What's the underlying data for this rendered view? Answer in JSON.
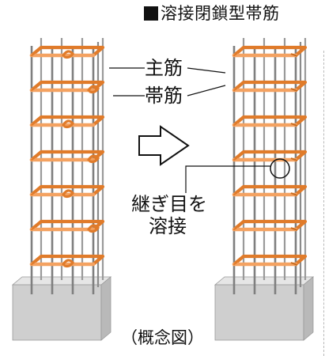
{
  "title": "溶接閉鎖型帯筋",
  "labels": {
    "main_bar": "主筋",
    "hoop": "帯筋",
    "weld_line1": "継ぎ目を",
    "weld_line2": "溶接"
  },
  "caption": "（概念図）",
  "colors": {
    "hoop_orange": "#f4a261",
    "hoop_stroke": "#e07b2a",
    "rebar_gray": "#7f7f7f",
    "concrete_light": "#e6e6e6",
    "concrete_mid": "#cfcfcf",
    "concrete_dark": "#b9b9b9",
    "line": "#111111"
  },
  "icons": {
    "arrow": "right-arrow-outline-icon",
    "weld_marker": "circle-marker-icon"
  }
}
